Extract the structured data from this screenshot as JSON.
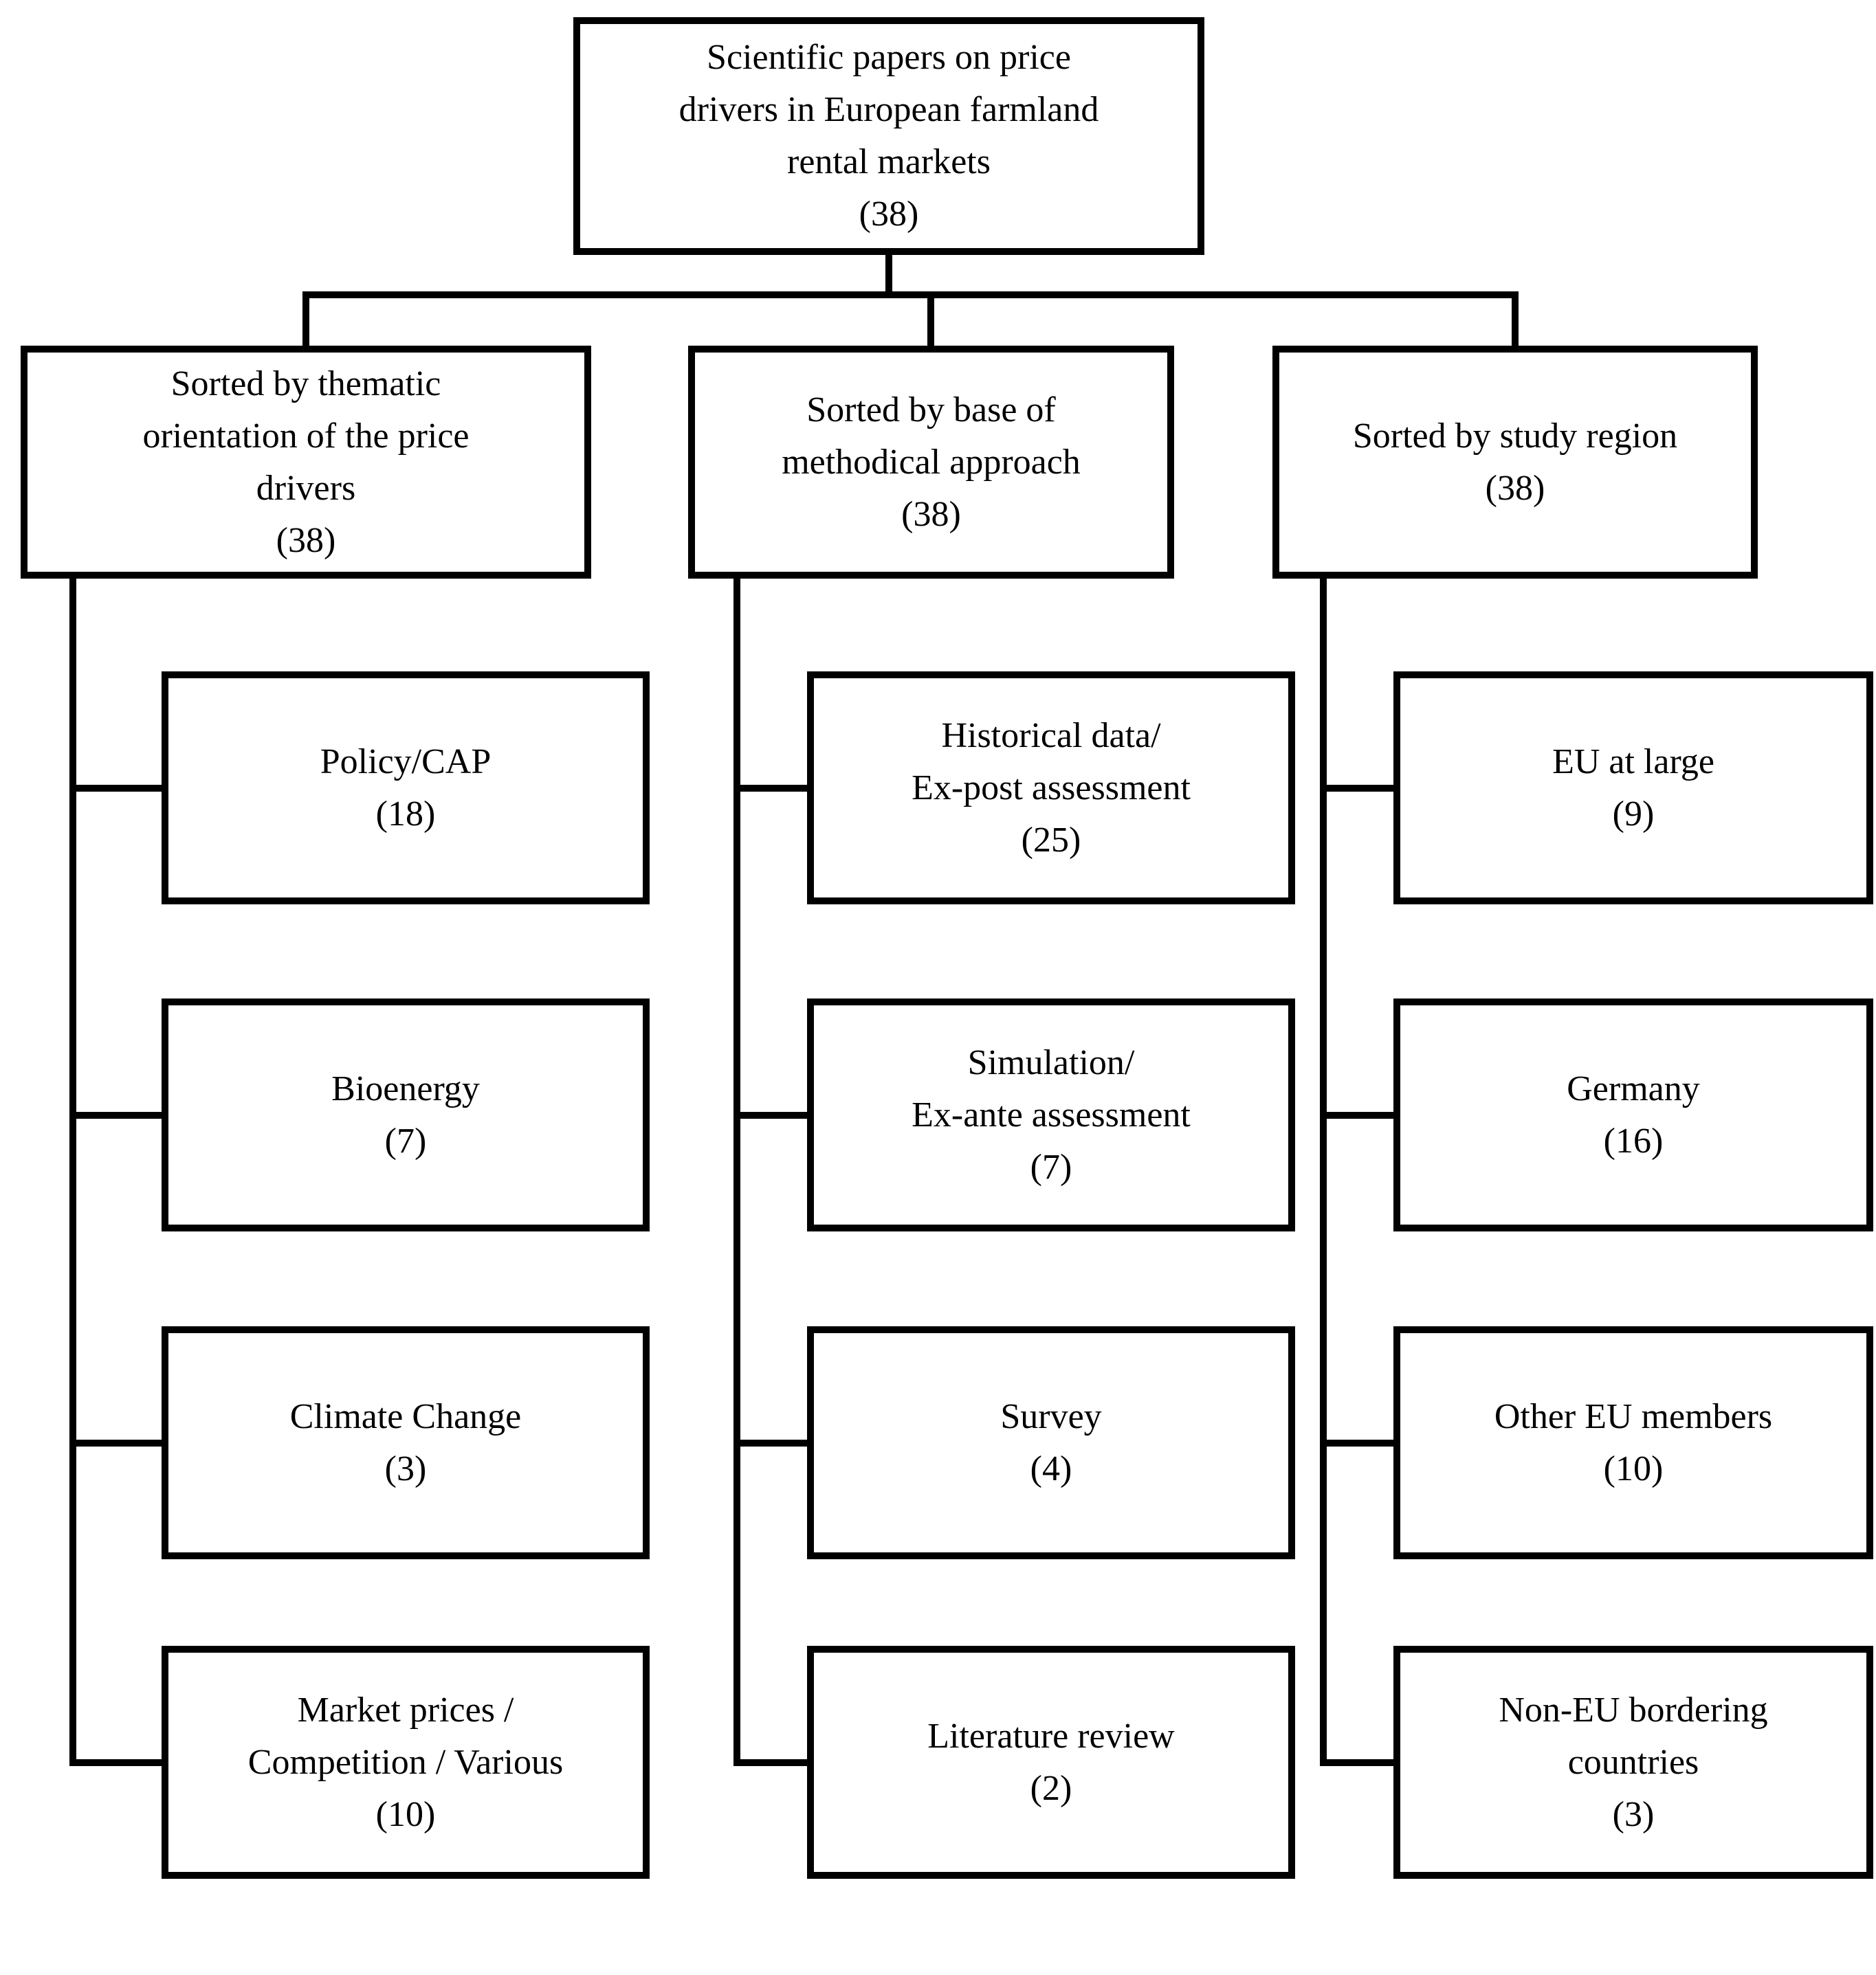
{
  "diagram": {
    "root": {
      "lines": [
        "Scientific papers on price",
        "drivers in European farmland",
        "rental markets",
        "(38)"
      ]
    },
    "branches": [
      {
        "title_lines": [
          "Sorted by thematic",
          "orientation of the price",
          "drivers",
          "(38)"
        ],
        "children": [
          {
            "lines": [
              "Policy/CAP",
              "(18)"
            ]
          },
          {
            "lines": [
              "Bioenergy",
              "(7)"
            ]
          },
          {
            "lines": [
              "Climate Change",
              "(3)"
            ]
          },
          {
            "lines": [
              "Market prices /",
              "Competition / Various",
              "(10)"
            ]
          }
        ]
      },
      {
        "title_lines": [
          "Sorted by base of",
          "methodical approach",
          "(38)"
        ],
        "children": [
          {
            "lines": [
              "Historical data/",
              "Ex-post assessment",
              "(25)"
            ]
          },
          {
            "lines": [
              "Simulation/",
              "Ex-ante assessment",
              "(7)"
            ]
          },
          {
            "lines": [
              "Survey",
              "(4)"
            ]
          },
          {
            "lines": [
              "Literature review",
              "(2)"
            ]
          }
        ]
      },
      {
        "title_lines": [
          "Sorted by study region",
          "(38)"
        ],
        "children": [
          {
            "lines": [
              "EU at large",
              "(9)"
            ]
          },
          {
            "lines": [
              "Germany",
              "(16)"
            ]
          },
          {
            "lines": [
              "Other EU members",
              "(10)"
            ]
          },
          {
            "lines": [
              "Non-EU bordering",
              "countries",
              "(3)"
            ]
          }
        ]
      }
    ]
  }
}
